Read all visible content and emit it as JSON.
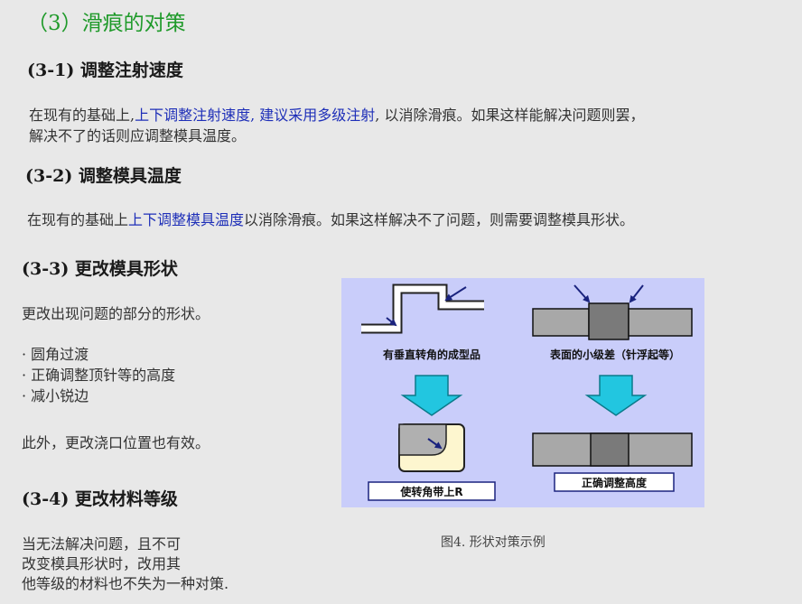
{
  "title": "（3）滑痕的对策",
  "s1": {
    "heading": "(3-1) 调整注射速度",
    "p_a": "在现有的基础上,",
    "p_b": "上下调整注射速度, 建议采用多级注射",
    "p_c": ", 以消除滑痕。如果这样能解决问题则罢，",
    "p_d": "解决不了的话则应调整模具温度。"
  },
  "s2": {
    "heading": "(3-2) 调整模具温度",
    "p_a": "在现有的基础上",
    "p_b": "上下调整模具温度",
    "p_c": "以消除滑痕。如果这样解决不了问题，则需要调整模具形状。"
  },
  "s3": {
    "heading": "(3-3) 更改模具形状",
    "intro": "更改出现问题的部分的形状。",
    "bullets": [
      "·  圆角过渡",
      "· 正确调整顶针等的高度",
      "·  减小锐边"
    ],
    "note": "此外，更改浇口位置也有效。"
  },
  "s4": {
    "heading": "(3-4) 更改材料等级",
    "lines": [
      "当无法解决问题，且不可",
      "改变模具形状时，改用其",
      "他等级的材料也不失为一种对策."
    ]
  },
  "figure": {
    "left_label": "有垂直转角的成型品",
    "right_label": "表面的小级差（针浮起等）",
    "left_result": "使转角带上R",
    "right_result": "正确调整高度",
    "caption": "图4. 形状对策示例"
  },
  "colors": {
    "title_green": "#1f9a2a",
    "highlight_blue": "#1e2fb8",
    "diagram_bg": "#c9cdfa",
    "arrow_cyan": "#22c6e0"
  }
}
